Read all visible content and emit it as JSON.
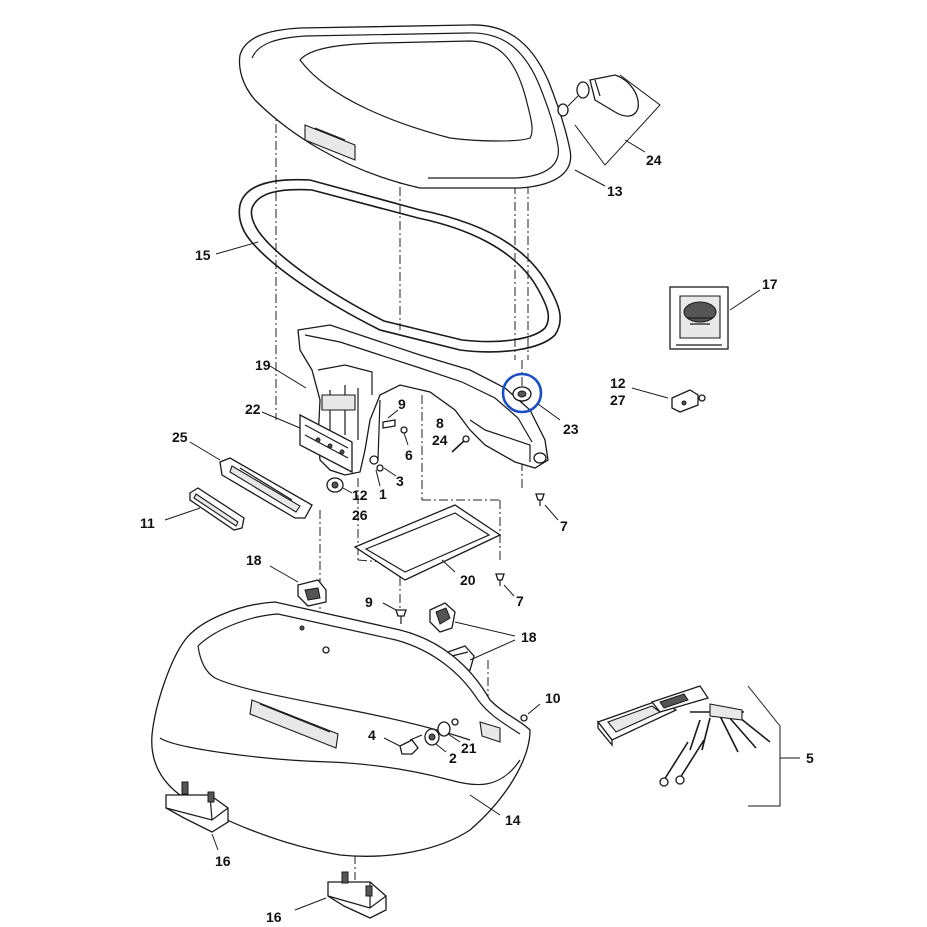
{
  "labels": {
    "l24a": "24",
    "l13": "13",
    "l15": "15",
    "l17": "17",
    "l19": "19",
    "l22": "22",
    "l25": "25",
    "l11": "11",
    "l9a": "9",
    "l6": "6",
    "l8": "8",
    "l24b": "24",
    "l3": "3",
    "l1": "1",
    "l12a": "12",
    "l26": "26",
    "l23": "23",
    "l12b": "12",
    "l27": "27",
    "l7a": "7",
    "l20": "20",
    "l7b": "7",
    "l18a": "18",
    "l9b": "9",
    "l18b": "18",
    "l10": "10",
    "l4": "4",
    "l2": "2",
    "l21": "21",
    "l5": "5",
    "l14": "14",
    "l16a": "16",
    "l16b": "16"
  },
  "highlight": {
    "color": "#1a4fc4",
    "target": "23"
  }
}
